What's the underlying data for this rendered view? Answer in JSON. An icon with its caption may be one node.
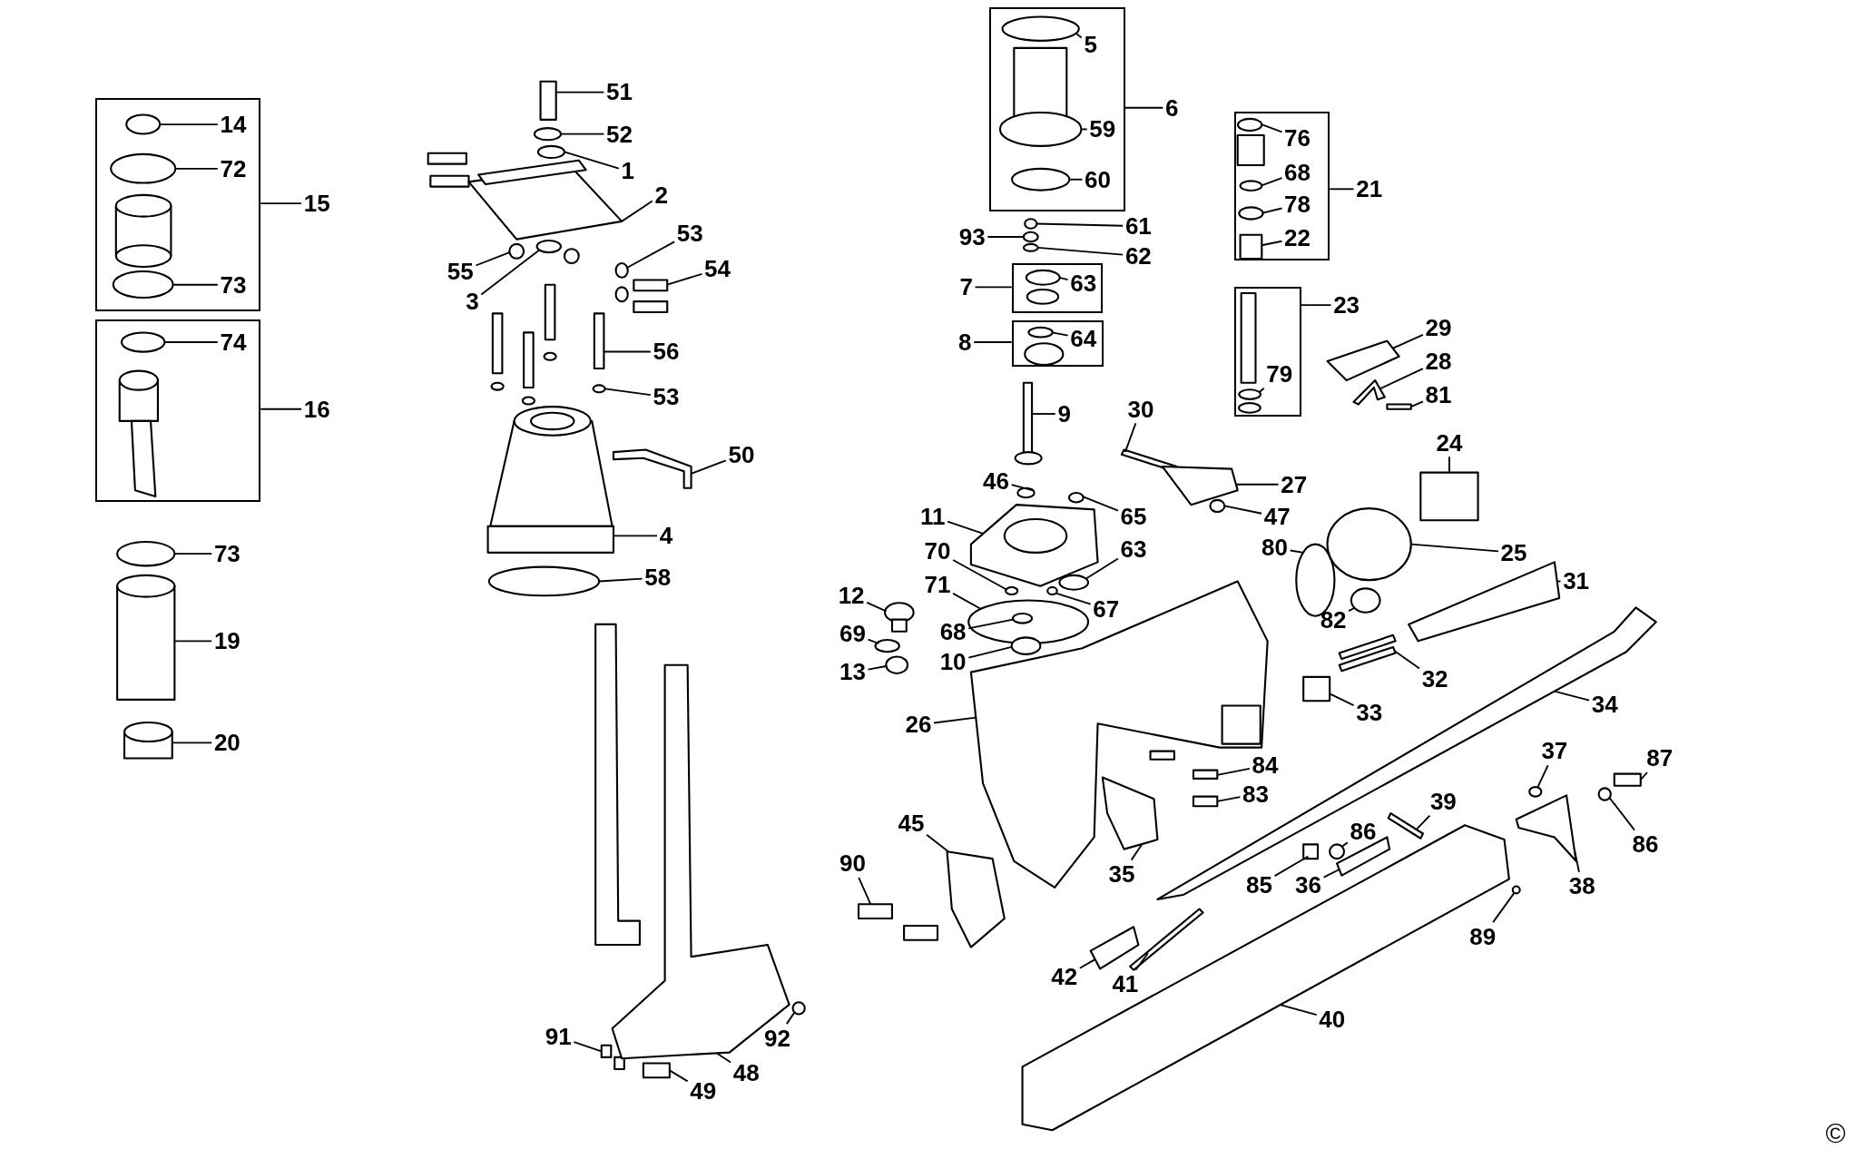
{
  "diagram": {
    "nodes": [
      {
        "text": [],
        "shape": "box"
      },
      {
        "text": [
          "14"
        ],
        "in": 0
      },
      {
        "text": [
          "72"
        ],
        "in": 0
      },
      {
        "text": [
          "73"
        ],
        "in": 0
      },
      {
        "text": [
          "15"
        ]
      },
      {
        "text": [],
        "shape": "box"
      },
      {
        "text": [
          "74"
        ],
        "in": 5
      },
      {
        "text": [
          "16"
        ]
      },
      {
        "text": [
          "73"
        ]
      },
      {
        "text": [
          "19"
        ]
      },
      {
        "text": [
          "20"
        ]
      },
      {
        "text": [
          "51"
        ]
      },
      {
        "text": [
          "52"
        ]
      },
      {
        "text": [
          "1"
        ]
      },
      {
        "text": [
          "2"
        ]
      },
      {
        "text": [
          "53"
        ]
      },
      {
        "text": [
          "54"
        ]
      },
      {
        "text": [
          "55"
        ]
      },
      {
        "text": [
          "3"
        ]
      },
      {
        "text": [
          "56"
        ]
      },
      {
        "text": [
          "53"
        ]
      },
      {
        "text": [
          "50"
        ]
      },
      {
        "text": [
          "4"
        ]
      },
      {
        "text": [
          "58"
        ]
      },
      {
        "text": [],
        "shape": "box"
      },
      {
        "text": [
          "5"
        ],
        "in": 24
      },
      {
        "text": [
          "59"
        ],
        "in": 24
      },
      {
        "text": [
          "60"
        ],
        "in": 24
      },
      {
        "text": [
          "6"
        ]
      },
      {
        "text": [
          "61"
        ]
      },
      {
        "text": [
          "93"
        ]
      },
      {
        "text": [
          "62"
        ]
      },
      {
        "text": [],
        "shape": "box"
      },
      {
        "text": [
          "63"
        ],
        "in": 32
      },
      {
        "text": [
          "7"
        ]
      },
      {
        "text": [],
        "shape": "box"
      },
      {
        "text": [
          "64"
        ],
        "in": 35
      },
      {
        "text": [
          "8"
        ]
      },
      {
        "text": [
          "9"
        ]
      },
      {
        "text": [],
        "shape": "box"
      },
      {
        "text": [
          "76"
        ],
        "in": 39
      },
      {
        "text": [
          "68"
        ],
        "in": 39
      },
      {
        "text": [
          "78"
        ],
        "in": 39
      },
      {
        "text": [
          "22"
        ],
        "in": 39
      },
      {
        "text": [
          "21"
        ]
      },
      {
        "text": [],
        "shape": "box"
      },
      {
        "text": [
          "79"
        ],
        "in": 45
      },
      {
        "text": [
          "23"
        ]
      },
      {
        "text": [
          "29"
        ]
      },
      {
        "text": [
          "28"
        ]
      },
      {
        "text": [
          "81"
        ]
      },
      {
        "text": [
          "30"
        ]
      },
      {
        "text": [
          "24"
        ]
      },
      {
        "text": [
          "27"
        ]
      },
      {
        "text": [
          "47"
        ]
      },
      {
        "text": [
          "46"
        ]
      },
      {
        "text": [
          "65"
        ]
      },
      {
        "text": [
          "11"
        ]
      },
      {
        "text": [
          "63"
        ]
      },
      {
        "text": [
          "70"
        ]
      },
      {
        "text": [
          "71"
        ]
      },
      {
        "text": [
          "67"
        ]
      },
      {
        "text": [
          "68"
        ]
      },
      {
        "text": [
          "10"
        ]
      },
      {
        "text": [
          "80"
        ]
      },
      {
        "text": [
          "25"
        ]
      },
      {
        "text": [
          "82"
        ]
      },
      {
        "text": [
          "31"
        ]
      },
      {
        "text": [
          "12"
        ]
      },
      {
        "text": [
          "69"
        ]
      },
      {
        "text": [
          "13"
        ]
      },
      {
        "text": [
          "32"
        ]
      },
      {
        "text": [
          "33"
        ]
      },
      {
        "text": [
          "34"
        ]
      },
      {
        "text": [
          "26"
        ]
      },
      {
        "text": [
          "84"
        ]
      },
      {
        "text": [
          "83"
        ]
      },
      {
        "text": [
          "37"
        ]
      },
      {
        "text": [
          "87"
        ]
      },
      {
        "text": [
          "45"
        ]
      },
      {
        "text": [
          "39"
        ]
      },
      {
        "text": [
          "86"
        ]
      },
      {
        "text": [
          "86"
        ]
      },
      {
        "text": [
          "85"
        ]
      },
      {
        "text": [
          "36"
        ]
      },
      {
        "text": [
          "35"
        ]
      },
      {
        "text": [
          "38"
        ]
      },
      {
        "text": [
          "90"
        ]
      },
      {
        "text": [
          "89"
        ]
      },
      {
        "text": [
          "42"
        ]
      },
      {
        "text": [
          "41"
        ]
      },
      {
        "text": [
          "40"
        ]
      },
      {
        "text": [
          "91"
        ]
      },
      {
        "text": [
          "49"
        ]
      },
      {
        "text": [
          "48"
        ]
      },
      {
        "text": [
          "92"
        ]
      },
      {
        "text": [],
        "shape": "circle",
        "in": 0
      },
      {
        "text": [],
        "shape": "circle",
        "in": 0
      },
      {
        "text": [],
        "shape": "circle",
        "in": 0
      },
      {
        "text": [],
        "shape": "circle",
        "in": 5
      },
      {
        "text": [],
        "shape": "circle"
      },
      {
        "text": [],
        "shape": "picture"
      },
      {
        "text": [],
        "shape": "picture"
      },
      {
        "text": [],
        "shape": "box"
      },
      {
        "text": [],
        "shape": "circle"
      },
      {
        "text": [],
        "shape": "circle"
      },
      {
        "text": [],
        "shape": "picture"
      },
      {
        "text": [],
        "shape": "circle"
      },
      {
        "text": [],
        "shape": "box"
      },
      {
        "text": [],
        "shape": "circle"
      },
      {
        "text": [],
        "shape": "circle"
      },
      {
        "text": [],
        "shape": "box"
      },
      {
        "text": [],
        "shape": "circle"
      },
      {
        "text": [],
        "shape": "picture"
      },
      {
        "text": [],
        "shape": "picture"
      },
      {
        "text": [],
        "shape": "circle"
      },
      {
        "text": [],
        "shape": "circle",
        "in": 24
      },
      {
        "text": [],
        "shape": "circle",
        "in": 24
      },
      {
        "text": [],
        "shape": "circle",
        "in": 24
      },
      {
        "text": [],
        "shape": "circle"
      },
      {
        "text": [],
        "shape": "circle"
      },
      {
        "text": [],
        "shape": "circle"
      },
      {
        "text": [],
        "shape": "circle",
        "in": 32
      },
      {
        "text": [],
        "shape": "circle",
        "in": 35
      },
      {
        "text": [],
        "shape": "picture"
      },
      {
        "text": [],
        "shape": "circle",
        "in": 39
      },
      {
        "text": [],
        "shape": "circle",
        "in": 39
      },
      {
        "text": [],
        "shape": "circle",
        "in": 39
      },
      {
        "text": [],
        "shape": "box",
        "in": 39
      },
      {
        "text": [],
        "shape": "circle",
        "in": 45
      },
      {
        "text": [],
        "shape": "picture"
      },
      {
        "text": [],
        "shape": "picture"
      },
      {
        "text": [],
        "shape": "box"
      },
      {
        "text": [],
        "shape": "box"
      },
      {
        "text": [],
        "shape": "box"
      },
      {
        "text": [],
        "shape": "picture"
      },
      {
        "text": [],
        "shape": "circle"
      },
      {
        "text": [],
        "shape": "circle"
      },
      {
        "text": [],
        "shape": "circle"
      },
      {
        "text": [],
        "shape": "picture"
      },
      {
        "text": [],
        "shape": "circle"
      },
      {
        "text": [],
        "shape": "circle"
      },
      {
        "text": [],
        "shape": "circle"
      },
      {
        "text": [],
        "shape": "circle"
      },
      {
        "text": [],
        "shape": "circle",
        "in": 142
      },
      {
        "text": [],
        "shape": "circle"
      },
      {
        "text": [],
        "shape": "circle"
      },
      {
        "text": [],
        "shape": "circle"
      },
      {
        "text": [],
        "shape": "circle"
      },
      {
        "text": [],
        "shape": "picture"
      },
      {
        "text": [],
        "shape": "circle"
      },
      {
        "text": [],
        "shape": "circle"
      },
      {
        "text": [],
        "shape": "circle"
      },
      {
        "text": [],
        "shape": "box"
      },
      {
        "text": [],
        "shape": "box"
      },
      {
        "text": [],
        "shape": "picture"
      },
      {
        "text": [],
        "shape": "picture"
      },
      {
        "text": [],
        "shape": "box"
      },
      {
        "text": [],
        "shape": "box"
      },
      {
        "text": [],
        "shape": "circle"
      },
      {
        "text": [],
        "shape": "box"
      },
      {
        "text": [],
        "shape": "picture"
      },
      {
        "text": [],
        "shape": "box"
      },
      {
        "text": [],
        "shape": "circle"
      },
      {
        "text": [],
        "shape": "circle"
      },
      {
        "text": [],
        "shape": "box"
      },
      {
        "text": [],
        "shape": "picture"
      },
      {
        "text": [],
        "shape": "picture"
      },
      {
        "text": [],
        "shape": "picture"
      },
      {
        "text": [],
        "shape": "box"
      },
      {
        "text": [],
        "shape": "circle"
      },
      {
        "text": [],
        "shape": "picture"
      },
      {
        "text": [],
        "shape": "picture"
      },
      {
        "text": [],
        "shape": "picture"
      },
      {
        "text": [],
        "shape": "box"
      },
      {
        "text": [],
        "shape": "box"
      },
      {
        "text": [],
        "shape": "picture"
      },
      {
        "text": [],
        "shape": "circle"
      }
    ],
    "edges": [
      {
        "from": 4,
        "to": 0,
        "arrow": "none"
      },
      {
        "from": 7,
        "to": 5,
        "arrow": "none"
      },
      {
        "from": 28,
        "to": 24,
        "arrow": "none"
      },
      {
        "from": 34,
        "to": 32,
        "arrow": "none"
      },
      {
        "from": 37,
        "to": 35,
        "arrow": "none"
      },
      {
        "from": 44,
        "to": 39,
        "arrow": "none"
      },
      {
        "from": 47,
        "to": 45,
        "arrow": "none"
      },
      {
        "from": 1,
        "to": 96,
        "arrow": "none"
      },
      {
        "from": 2,
        "to": 97,
        "arrow": "none"
      },
      {
        "from": 3,
        "to": 98,
        "arrow": "none"
      },
      {
        "from": 6,
        "to": 99,
        "arrow": "none"
      },
      {
        "from": 8,
        "to": 100,
        "arrow": "none"
      },
      {
        "from": 9,
        "to": 101,
        "arrow": "none"
      },
      {
        "from": 10,
        "to": 102,
        "arrow": "none"
      },
      {
        "from": 11,
        "to": 103,
        "arrow": "none"
      },
      {
        "from": 12,
        "to": 104,
        "arrow": "none"
      },
      {
        "from": 13,
        "to": 105,
        "arrow": "none"
      },
      {
        "from": 14,
        "to": 106,
        "arrow": "none"
      },
      {
        "from": 15,
        "to": 107,
        "arrow": "none"
      },
      {
        "from": 16,
        "to": 108,
        "arrow": "none"
      },
      {
        "from": 17,
        "to": 109,
        "arrow": "none"
      },
      {
        "from": 18,
        "to": 110,
        "arrow": "none"
      },
      {
        "from": 19,
        "to": 111,
        "arrow": "none"
      },
      {
        "from": 20,
        "to": 112,
        "arrow": "none"
      },
      {
        "from": 21,
        "to": 113,
        "arrow": "none"
      },
      {
        "from": 22,
        "to": 114,
        "arrow": "none"
      },
      {
        "from": 23,
        "to": 115,
        "arrow": "none"
      },
      {
        "from": 25,
        "to": 116,
        "arrow": "none"
      },
      {
        "from": 26,
        "to": 117,
        "arrow": "none"
      },
      {
        "from": 27,
        "to": 118,
        "arrow": "none"
      },
      {
        "from": 29,
        "to": 119,
        "arrow": "none"
      },
      {
        "from": 30,
        "to": 120,
        "arrow": "none"
      },
      {
        "from": 31,
        "to": 121,
        "arrow": "none"
      },
      {
        "from": 33,
        "to": 122,
        "arrow": "none"
      },
      {
        "from": 36,
        "to": 123,
        "arrow": "none"
      },
      {
        "from": 38,
        "to": 124,
        "arrow": "none"
      },
      {
        "from": 40,
        "to": 125,
        "arrow": "none"
      },
      {
        "from": 41,
        "to": 126,
        "arrow": "none"
      },
      {
        "from": 42,
        "to": 127,
        "arrow": "none"
      },
      {
        "from": 43,
        "to": 128,
        "arrow": "none"
      },
      {
        "from": 46,
        "to": 129,
        "arrow": "none"
      },
      {
        "from": 48,
        "to": 130,
        "arrow": "none"
      },
      {
        "from": 49,
        "to": 131,
        "arrow": "none"
      },
      {
        "from": 50,
        "to": 132,
        "arrow": "none"
      },
      {
        "from": 51,
        "to": 133,
        "arrow": "none"
      },
      {
        "from": 52,
        "to": 134,
        "arrow": "none"
      },
      {
        "from": 53,
        "to": 135,
        "arrow": "none"
      },
      {
        "from": 54,
        "to": 136,
        "arrow": "none"
      },
      {
        "from": 55,
        "to": 137,
        "arrow": "none"
      },
      {
        "from": 56,
        "to": 138,
        "arrow": "none"
      },
      {
        "from": 57,
        "to": 139,
        "arrow": "none"
      },
      {
        "from": 58,
        "to": 140,
        "arrow": "none"
      },
      {
        "from": 59,
        "to": 141,
        "arrow": "none"
      },
      {
        "from": 60,
        "to": 142,
        "arrow": "none"
      },
      {
        "from": 61,
        "to": 143,
        "arrow": "none"
      },
      {
        "from": 62,
        "to": 144,
        "arrow": "none"
      },
      {
        "from": 63,
        "to": 145,
        "arrow": "none"
      },
      {
        "from": 64,
        "to": 146,
        "arrow": "none"
      },
      {
        "from": 65,
        "to": 147,
        "arrow": "none"
      },
      {
        "from": 66,
        "to": 148,
        "arrow": "none"
      },
      {
        "from": 67,
        "to": 149,
        "arrow": "none"
      },
      {
        "from": 68,
        "to": 150,
        "arrow": "none"
      },
      {
        "from": 69,
        "to": 151,
        "arrow": "none"
      },
      {
        "from": 70,
        "to": 152,
        "arrow": "none"
      },
      {
        "from": 71,
        "to": 153,
        "arrow": "none"
      },
      {
        "from": 72,
        "to": 154,
        "arrow": "none"
      },
      {
        "from": 73,
        "to": 155,
        "arrow": "none"
      },
      {
        "from": 74,
        "to": 156,
        "arrow": "none"
      },
      {
        "from": 75,
        "to": 157,
        "arrow": "none"
      },
      {
        "from": 76,
        "to": 158,
        "arrow": "none"
      },
      {
        "from": 77,
        "to": 159,
        "arrow": "none"
      },
      {
        "from": 78,
        "to": 160,
        "arrow": "none"
      },
      {
        "from": 79,
        "to": 161,
        "arrow": "none"
      },
      {
        "from": 80,
        "to": 162,
        "arrow": "none"
      },
      {
        "from": 81,
        "to": 163,
        "arrow": "none"
      },
      {
        "from": 82,
        "to": 164,
        "arrow": "none"
      },
      {
        "from": 83,
        "to": 165,
        "arrow": "none"
      },
      {
        "from": 84,
        "to": 166,
        "arrow": "none"
      },
      {
        "from": 85,
        "to": 167,
        "arrow": "none"
      },
      {
        "from": 86,
        "to": 168,
        "arrow": "none"
      },
      {
        "from": 87,
        "to": 169,
        "arrow": "none"
      },
      {
        "from": 88,
        "to": 170,
        "arrow": "none"
      },
      {
        "from": 89,
        "to": 171,
        "arrow": "none"
      },
      {
        "from": 90,
        "to": 172,
        "arrow": "none"
      },
      {
        "from": 91,
        "to": 173,
        "arrow": "none"
      },
      {
        "from": 92,
        "to": 174,
        "arrow": "none"
      },
      {
        "from": 93,
        "to": 175,
        "arrow": "none"
      },
      {
        "from": 94,
        "to": 176,
        "arrow": "none"
      },
      {
        "from": 95,
        "to": 177,
        "arrow": "none"
      }
    ],
    "labels": [
      "©"
    ]
  }
}
